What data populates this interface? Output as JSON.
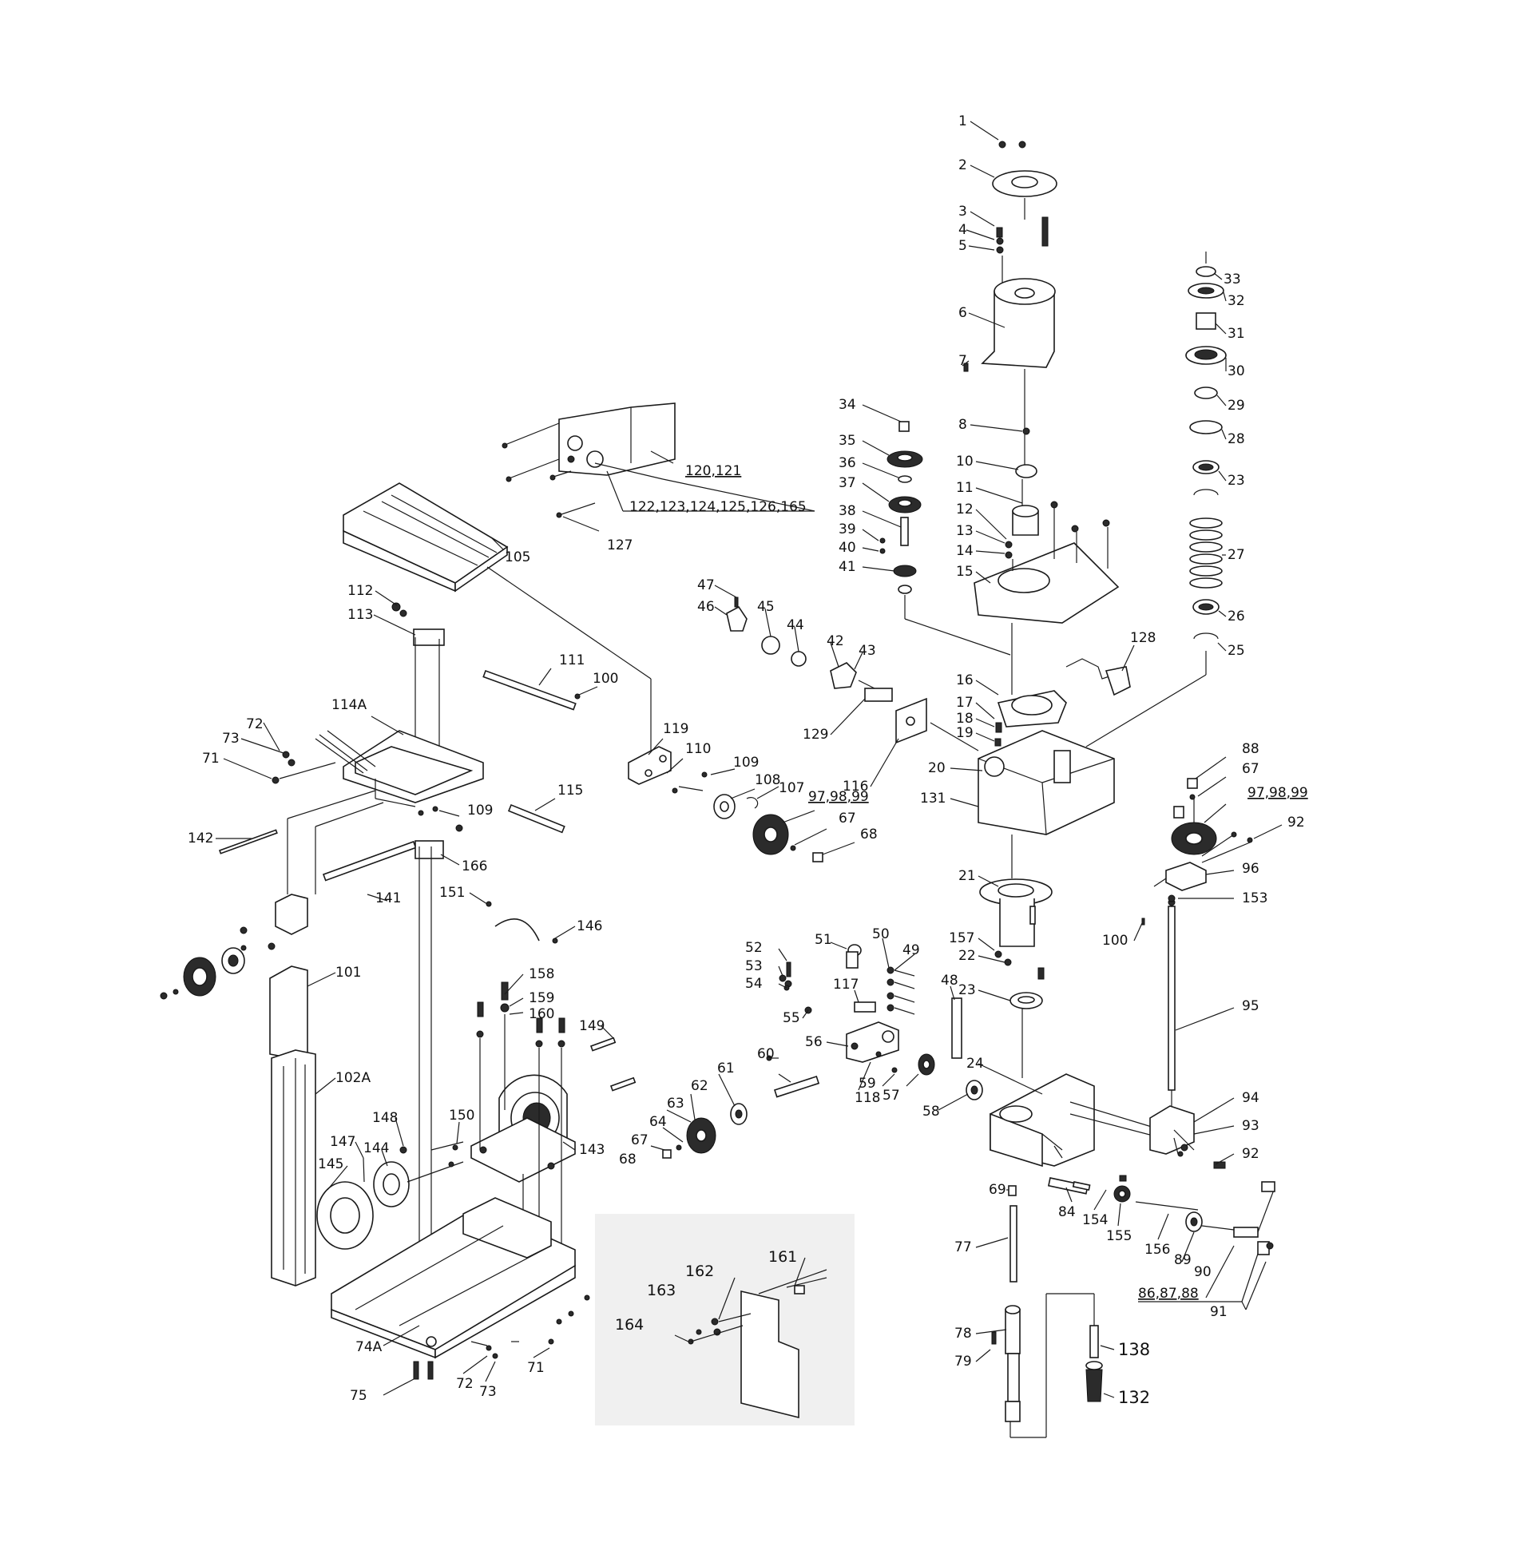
{
  "labels": [
    {
      "id": "p1",
      "text": "1"
    },
    {
      "id": "p2",
      "text": "2"
    },
    {
      "id": "p3",
      "text": "3"
    },
    {
      "id": "p4",
      "text": "4"
    },
    {
      "id": "p5",
      "text": "5"
    },
    {
      "id": "p6",
      "text": "6"
    },
    {
      "id": "p7",
      "text": "7"
    },
    {
      "id": "p8",
      "text": "8"
    },
    {
      "id": "p10",
      "text": "10"
    },
    {
      "id": "p11",
      "text": "11"
    },
    {
      "id": "p12",
      "text": "12"
    },
    {
      "id": "p13",
      "text": "13"
    },
    {
      "id": "p14",
      "text": "14"
    },
    {
      "id": "p15",
      "text": "15"
    },
    {
      "id": "p16",
      "text": "16"
    },
    {
      "id": "p17",
      "text": "17"
    },
    {
      "id": "p18",
      "text": "18"
    },
    {
      "id": "p19",
      "text": "19"
    },
    {
      "id": "p20",
      "text": "20"
    },
    {
      "id": "p131",
      "text": "131"
    },
    {
      "id": "p21",
      "text": "21"
    },
    {
      "id": "p157",
      "text": "157"
    },
    {
      "id": "p22",
      "text": "22"
    },
    {
      "id": "p23a",
      "text": "23"
    },
    {
      "id": "p24",
      "text": "24"
    },
    {
      "id": "p33",
      "text": "33"
    },
    {
      "id": "p32",
      "text": "32"
    },
    {
      "id": "p31",
      "text": "31"
    },
    {
      "id": "p30",
      "text": "30"
    },
    {
      "id": "p29",
      "text": "29"
    },
    {
      "id": "p28",
      "text": "28"
    },
    {
      "id": "p23b",
      "text": "23"
    },
    {
      "id": "p27",
      "text": "27"
    },
    {
      "id": "p26",
      "text": "26"
    },
    {
      "id": "p25",
      "text": "25"
    },
    {
      "id": "p128",
      "text": "128"
    },
    {
      "id": "p34",
      "text": "34"
    },
    {
      "id": "p35",
      "text": "35"
    },
    {
      "id": "p36",
      "text": "36"
    },
    {
      "id": "p37",
      "text": "37"
    },
    {
      "id": "p38",
      "text": "38"
    },
    {
      "id": "p39",
      "text": "39"
    },
    {
      "id": "p40",
      "text": "40"
    },
    {
      "id": "p41",
      "text": "41"
    },
    {
      "id": "p47",
      "text": "47"
    },
    {
      "id": "p46",
      "text": "46"
    },
    {
      "id": "p45",
      "text": "45"
    },
    {
      "id": "p44",
      "text": "44"
    },
    {
      "id": "p42",
      "text": "42"
    },
    {
      "id": "p43",
      "text": "43"
    },
    {
      "id": "p129",
      "text": "129"
    },
    {
      "id": "p116",
      "text": "116"
    },
    {
      "id": "p120",
      "text": "120,121"
    },
    {
      "id": "p122",
      "text": "122,123,124,125,126,165"
    },
    {
      "id": "p127",
      "text": "127"
    },
    {
      "id": "p105",
      "text": "105"
    },
    {
      "id": "p112",
      "text": "112"
    },
    {
      "id": "p113",
      "text": "113"
    },
    {
      "id": "p111",
      "text": "111"
    },
    {
      "id": "p100a",
      "text": "100"
    },
    {
      "id": "p114A",
      "text": "114A"
    },
    {
      "id": "p72a",
      "text": "72"
    },
    {
      "id": "p73a",
      "text": "73"
    },
    {
      "id": "p71a",
      "text": "71"
    },
    {
      "id": "p119",
      "text": "119"
    },
    {
      "id": "p110",
      "text": "110"
    },
    {
      "id": "p109a",
      "text": "109"
    },
    {
      "id": "p108",
      "text": "108"
    },
    {
      "id": "p107",
      "text": "107"
    },
    {
      "id": "p97a",
      "text": "97,98,99"
    },
    {
      "id": "p67a",
      "text": "67"
    },
    {
      "id": "p68a",
      "text": "68"
    },
    {
      "id": "p109b",
      "text": "109"
    },
    {
      "id": "p115",
      "text": "115"
    },
    {
      "id": "p142",
      "text": "142"
    },
    {
      "id": "p166",
      "text": "166"
    },
    {
      "id": "p141",
      "text": "141"
    },
    {
      "id": "p151",
      "text": "151"
    },
    {
      "id": "p146",
      "text": "146"
    },
    {
      "id": "p101",
      "text": "101"
    },
    {
      "id": "p102A",
      "text": "102A"
    },
    {
      "id": "p158",
      "text": "158"
    },
    {
      "id": "p159",
      "text": "159"
    },
    {
      "id": "p160",
      "text": "160"
    },
    {
      "id": "p149",
      "text": "149"
    },
    {
      "id": "p148",
      "text": "148"
    },
    {
      "id": "p150",
      "text": "150"
    },
    {
      "id": "p147",
      "text": "147"
    },
    {
      "id": "p144",
      "text": "144"
    },
    {
      "id": "p145",
      "text": "145"
    },
    {
      "id": "p143",
      "text": "143"
    },
    {
      "id": "p74A",
      "text": "74A"
    },
    {
      "id": "p75",
      "text": "75"
    },
    {
      "id": "p72b",
      "text": "72"
    },
    {
      "id": "p73b",
      "text": "73"
    },
    {
      "id": "p71b",
      "text": "71"
    },
    {
      "id": "p52",
      "text": "52"
    },
    {
      "id": "p53",
      "text": "53"
    },
    {
      "id": "p54",
      "text": "54"
    },
    {
      "id": "p51",
      "text": "51"
    },
    {
      "id": "p50",
      "text": "50"
    },
    {
      "id": "p49",
      "text": "49"
    },
    {
      "id": "p48",
      "text": "48"
    },
    {
      "id": "p117",
      "text": "117"
    },
    {
      "id": "p55",
      "text": "55"
    },
    {
      "id": "p56",
      "text": "56"
    },
    {
      "id": "p60",
      "text": "60"
    },
    {
      "id": "p61",
      "text": "61"
    },
    {
      "id": "p62",
      "text": "62"
    },
    {
      "id": "p63",
      "text": "63"
    },
    {
      "id": "p64",
      "text": "64"
    },
    {
      "id": "p67b",
      "text": "67"
    },
    {
      "id": "p68b",
      "text": "68"
    },
    {
      "id": "p118",
      "text": "118"
    },
    {
      "id": "p59",
      "text": "59"
    },
    {
      "id": "p57",
      "text": "57"
    },
    {
      "id": "p58",
      "text": "58"
    },
    {
      "id": "p88",
      "text": "88"
    },
    {
      "id": "p67c",
      "text": "67"
    },
    {
      "id": "p97b",
      "text": "97,98,99"
    },
    {
      "id": "p92a",
      "text": "92"
    },
    {
      "id": "p96",
      "text": "96"
    },
    {
      "id": "p153",
      "text": "153"
    },
    {
      "id": "p100b",
      "text": "100"
    },
    {
      "id": "p95",
      "text": "95"
    },
    {
      "id": "p94",
      "text": "94"
    },
    {
      "id": "p93",
      "text": "93"
    },
    {
      "id": "p92b",
      "text": "92"
    },
    {
      "id": "p69",
      "text": "69"
    },
    {
      "id": "p84",
      "text": "84"
    },
    {
      "id": "p154",
      "text": "154"
    },
    {
      "id": "p155",
      "text": "155"
    },
    {
      "id": "p156",
      "text": "156"
    },
    {
      "id": "p89",
      "text": "89"
    },
    {
      "id": "p90",
      "text": "90"
    },
    {
      "id": "p86",
      "text": "86,87,88"
    },
    {
      "id": "p91",
      "text": "91"
    },
    {
      "id": "p77",
      "text": "77"
    },
    {
      "id": "p78",
      "text": "78"
    },
    {
      "id": "p79",
      "text": "79"
    },
    {
      "id": "p138",
      "text": "138"
    },
    {
      "id": "p132",
      "text": "132"
    },
    {
      "id": "p161",
      "text": "161"
    },
    {
      "id": "p162",
      "text": "162"
    },
    {
      "id": "p163",
      "text": "163"
    },
    {
      "id": "p164",
      "text": "164"
    }
  ]
}
